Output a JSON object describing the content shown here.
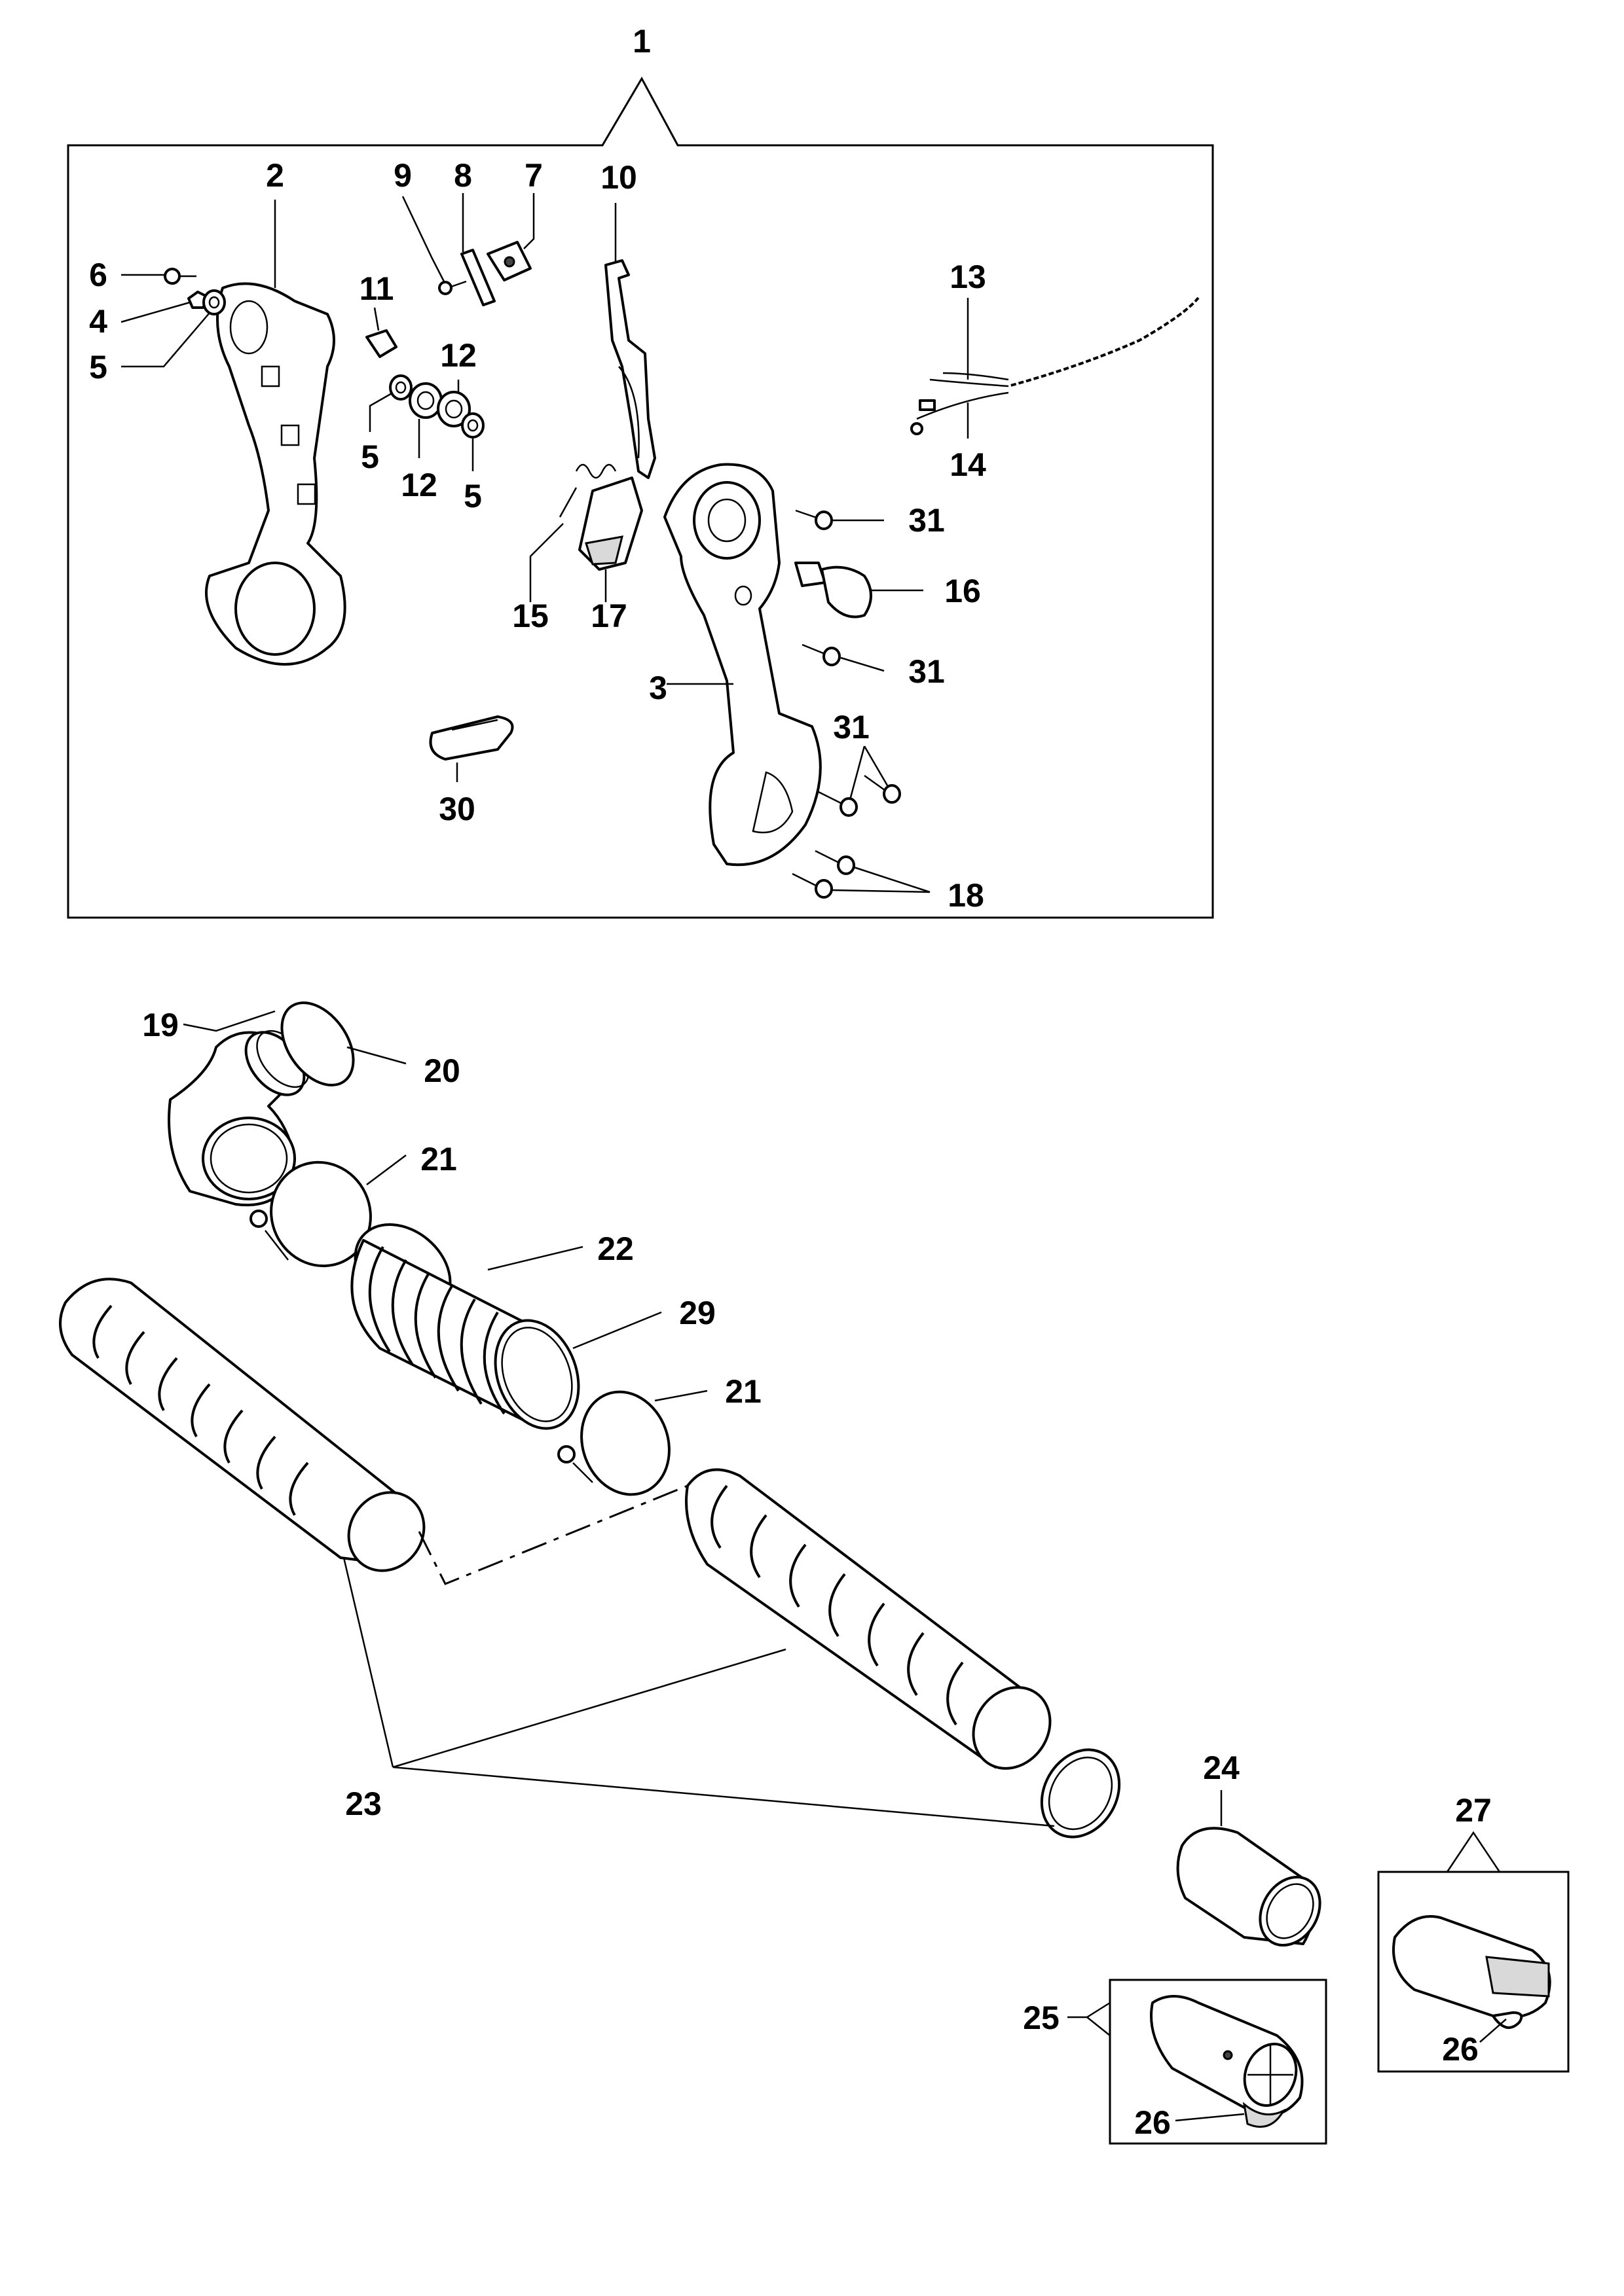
{
  "labels": {
    "assembly": "1",
    "rear_handle_half": "2",
    "front_handle_half": "3",
    "washer_4": "4",
    "spacer_5a": "5",
    "spacer_5b": "5",
    "spacer_5c": "5",
    "screw_6": "6",
    "plate_7": "7",
    "contact_8": "8",
    "screw_9": "9",
    "throttle_lever": "10",
    "clip_11": "11",
    "washer_12a": "12",
    "washer_12b": "12",
    "cable_13": "13",
    "cable_14": "14",
    "spring_15": "15",
    "knob_16": "16",
    "trigger_17": "17",
    "screws_18": "18",
    "elbow_19": "19",
    "oring_20": "20",
    "clamp_21a": "21",
    "clamp_21b": "21",
    "bellows_22": "22",
    "tubes_23": "23",
    "adapter_24": "24",
    "nozzle_25": "25",
    "nozzle_tip_26a": "26",
    "nozzle_tip_26b": "26",
    "flat_nozzle_27": "27",
    "ring_29": "29",
    "pad_30": "30",
    "screw_31a": "31",
    "screw_31b": "31",
    "screw_31c": "31"
  }
}
